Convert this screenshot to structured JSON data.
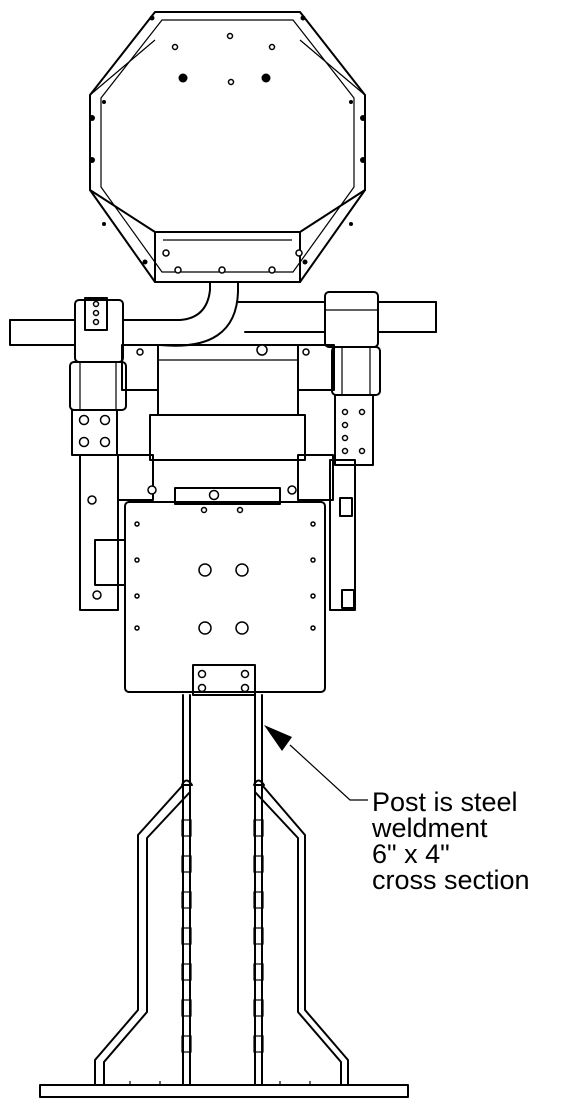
{
  "annotation": {
    "lines": [
      "Post is steel",
      "weldment",
      "6\" x 4\"",
      "cross section"
    ]
  },
  "colors": {
    "stroke": "#000000",
    "background": "#ffffff"
  }
}
